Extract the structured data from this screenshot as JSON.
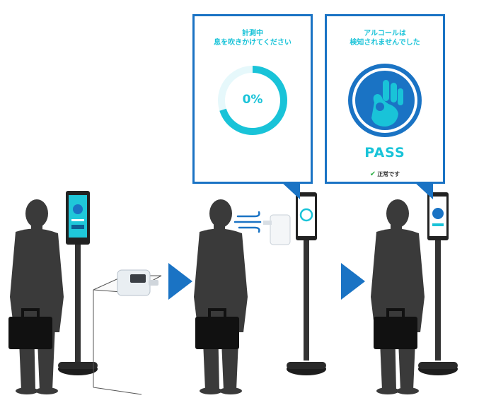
{
  "measuring_panel": {
    "title_line1": "計測中",
    "title_line2": "息を吹きかけてください",
    "progress_text": "0%",
    "progress_fraction": 0.7
  },
  "result_panel": {
    "title_line1": "アルコールは",
    "title_line2": "検知されませんでした",
    "result_label": "PASS",
    "status_text": "正常です",
    "status_icon": "check-icon"
  },
  "colors": {
    "accent": "#19c3d8",
    "frame": "#1a73c4",
    "arrow": "#1a73c4",
    "figure": "#3a3a3a"
  }
}
